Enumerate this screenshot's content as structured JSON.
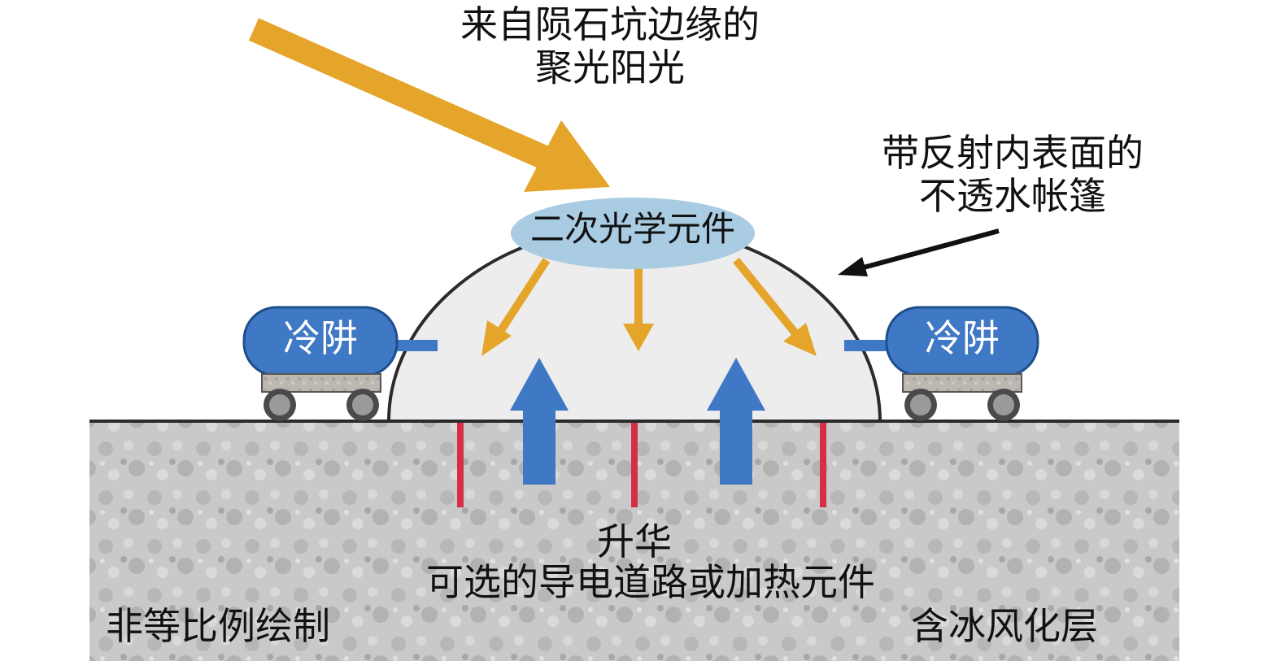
{
  "labels": {
    "sunlight_line1": "来自陨石坑边缘的",
    "sunlight_line2": "聚光阳光",
    "tent_line1": "带反射内表面的",
    "tent_line2": "不透水帐篷",
    "secondary_optics": "二次光学元件",
    "cold_trap_left": "冷阱",
    "cold_trap_right": "冷阱",
    "sublimation": "升华",
    "heating_elements": "可选的导电道路或加热元件",
    "not_to_scale": "非等比例绘制",
    "regolith": "含冰风化层"
  },
  "colors": {
    "sun_arrow": "#E4A52A",
    "optics_fill": "#A9CCE3",
    "cold_trap_fill": "#3F78C4",
    "up_arrow": "#3F78C4",
    "heater_red": "#D62E45",
    "ground": "#C8C8C8",
    "dome_fill": "#ECECEC"
  }
}
